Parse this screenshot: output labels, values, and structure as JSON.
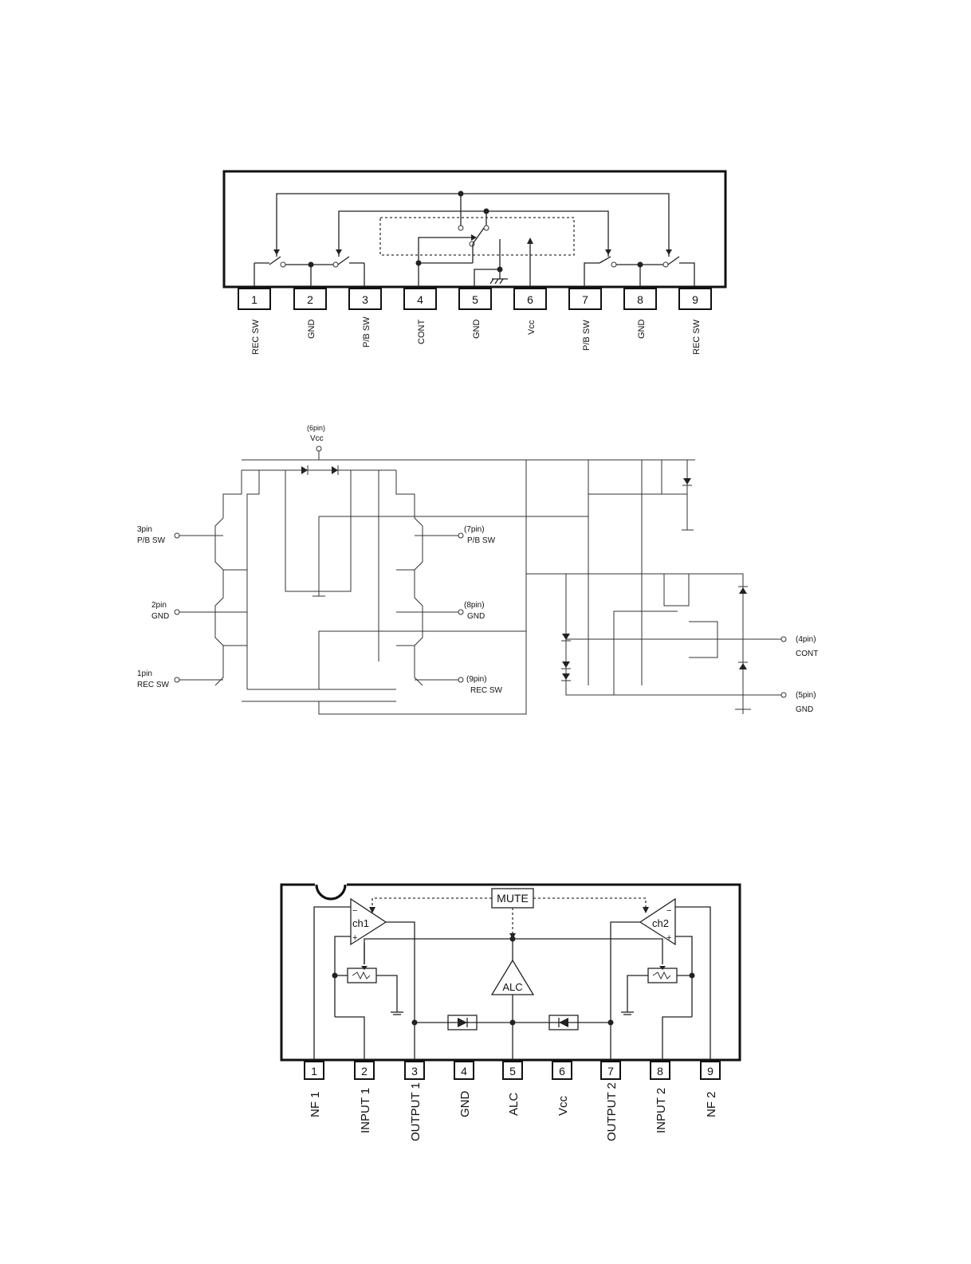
{
  "diagram1": {
    "pins": [
      "1",
      "2",
      "3",
      "4",
      "5",
      "6",
      "7",
      "8",
      "9"
    ],
    "labels": [
      "REC SW",
      "GND",
      "P/B SW",
      "CONT",
      "GND",
      "Vcc",
      "P/B SW",
      "GND",
      "REC SW"
    ]
  },
  "diagram2": {
    "vcc_pin": "(6pin)",
    "vcc_label": "Vcc",
    "left_terms": [
      {
        "pin": "3pin",
        "label": "P/B SW"
      },
      {
        "pin": "2pin",
        "label": "GND"
      },
      {
        "pin": "1pin",
        "label": "REC SW"
      }
    ],
    "right_terms": [
      {
        "pin": "(7pin)",
        "label": "P/B SW"
      },
      {
        "pin": "(8pin)",
        "label": "GND"
      },
      {
        "pin": "(9pin)",
        "label": "REC SW"
      }
    ],
    "far_terms": [
      {
        "pin": "(4pin)",
        "label": "CONT"
      },
      {
        "pin": "(5pin)",
        "label": "GND"
      }
    ]
  },
  "diagram3": {
    "mute_label": "MUTE",
    "alc_label": "ALC",
    "amp1_label": "ch1",
    "amp2_label": "ch2",
    "minus_sign": "−",
    "plus_sign": "+",
    "pins": [
      "1",
      "2",
      "3",
      "4",
      "5",
      "6",
      "7",
      "8",
      "9"
    ],
    "labels": [
      "NF 1",
      "INPUT 1",
      "OUTPUT 1",
      "GND",
      "ALC",
      "Vcc",
      "OUTPUT 2",
      "INPUT 2",
      "NF 2"
    ]
  }
}
